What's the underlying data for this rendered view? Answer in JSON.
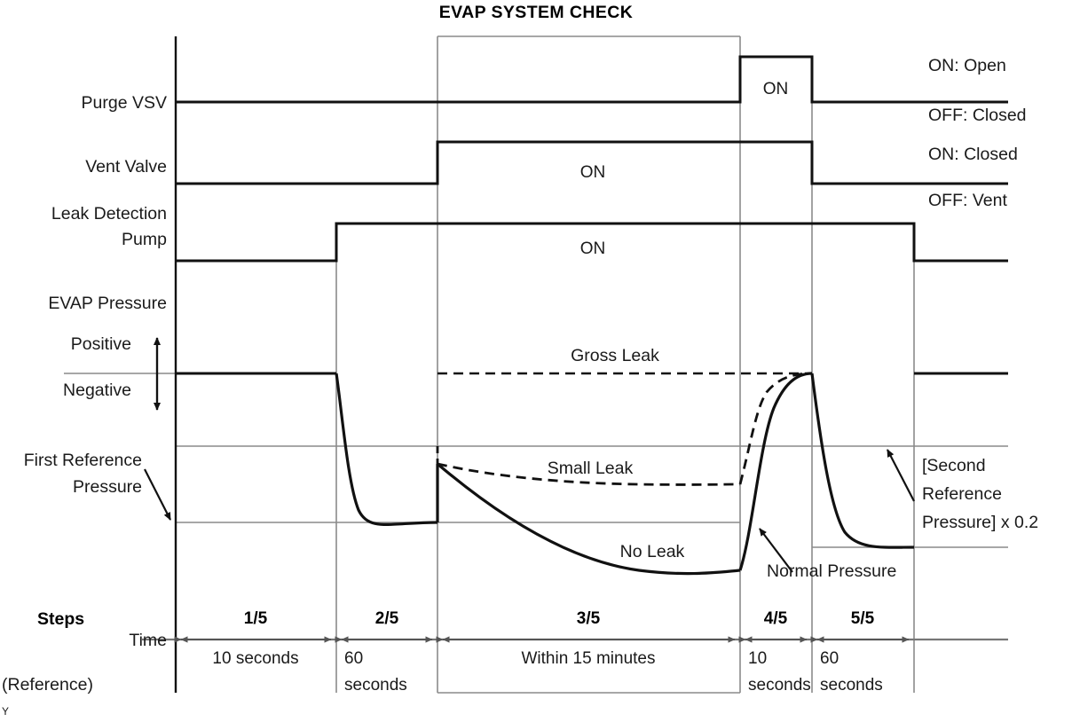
{
  "title": "EVAP SYSTEM CHECK",
  "row_labels": {
    "purge_vsv": "Purge VSV",
    "vent_valve": "Vent Valve",
    "leak_pump_line1": "Leak Detection",
    "leak_pump_line2": "Pump",
    "evap_pressure": "EVAP Pressure",
    "positive": "Positive",
    "negative": "Negative",
    "first_ref_line1": "First Reference",
    "first_ref_line2": "Pressure"
  },
  "right_labels": {
    "purge_on": "ON: Open",
    "purge_off": "OFF: Closed",
    "vent_on": "ON: Closed",
    "vent_off": "OFF: Vent"
  },
  "on_markers": {
    "purge": "ON",
    "vent": "ON",
    "pump": "ON"
  },
  "curve_labels": {
    "gross_leak": "Gross Leak",
    "small_leak": "Small Leak",
    "no_leak": "No Leak",
    "normal_pressure": "Normal Pressure"
  },
  "annotations": {
    "second_ref_line1": "[Second",
    "second_ref_line2": "Reference",
    "second_ref_line3": "Pressure] x 0.2"
  },
  "axis": {
    "steps_label": "Steps",
    "time_label": "Time",
    "reference_label": "(Reference)",
    "corner_mark": "Y"
  },
  "steps": [
    {
      "id": "1/5",
      "duration": "10 seconds",
      "duration_line2": ""
    },
    {
      "id": "2/5",
      "duration": "60",
      "duration_line2": "seconds"
    },
    {
      "id": "3/5",
      "duration": "Within 15 minutes",
      "duration_line2": ""
    },
    {
      "id": "4/5",
      "duration": "10",
      "duration_line2": "seconds"
    },
    {
      "id": "5/5",
      "duration": "60",
      "duration_line2": "seconds"
    }
  ],
  "chart_data": {
    "type": "line",
    "title": "EVAP SYSTEM CHECK",
    "xlabel": "Time (Reference)",
    "ylabel": "EVAP Pressure",
    "grid": true,
    "legend": "inline-annotations",
    "x_steps": [
      "1/5",
      "2/5",
      "3/5",
      "4/5",
      "5/5"
    ],
    "x_durations": [
      "10 seconds",
      "60 seconds",
      "Within 15 minutes",
      "10 seconds",
      "60 seconds"
    ],
    "y_levels": {
      "atmospheric": "Negative / baseline",
      "second_reference_x02": "[Second Reference Pressure] x 0.2",
      "first_reference": "First Reference Pressure"
    },
    "series": [
      {
        "name": "Purge VSV",
        "type": "digital",
        "states": [
          "OFF",
          "OFF",
          "OFF",
          "ON",
          "OFF"
        ],
        "on_meaning": "ON: Open",
        "off_meaning": "OFF: Closed"
      },
      {
        "name": "Vent Valve",
        "type": "digital",
        "states": [
          "OFF",
          "OFF",
          "ON",
          "ON",
          "OFF"
        ],
        "on_meaning": "ON: Closed",
        "off_meaning": "OFF: Vent"
      },
      {
        "name": "Leak Detection Pump",
        "type": "digital",
        "states": [
          "OFF",
          "ON",
          "ON",
          "ON",
          "ON-then-OFF"
        ],
        "on_meaning": "ON",
        "off_meaning": "OFF"
      },
      {
        "name": "No Leak",
        "type": "analog",
        "style": "solid",
        "description": "Drops to First Reference Pressure in step 2, decays further through step 3, recovers to atmospheric in step 4, drops again in step 5"
      },
      {
        "name": "Small Leak",
        "type": "analog",
        "style": "dashed",
        "description": "Stays near atmospheric in step 2, slight decay through step 3 above Second Reference level, recovers in step 4"
      },
      {
        "name": "Gross Leak",
        "type": "analog",
        "style": "dashed",
        "description": "Remains at atmospheric baseline through steps 2-4"
      }
    ]
  }
}
